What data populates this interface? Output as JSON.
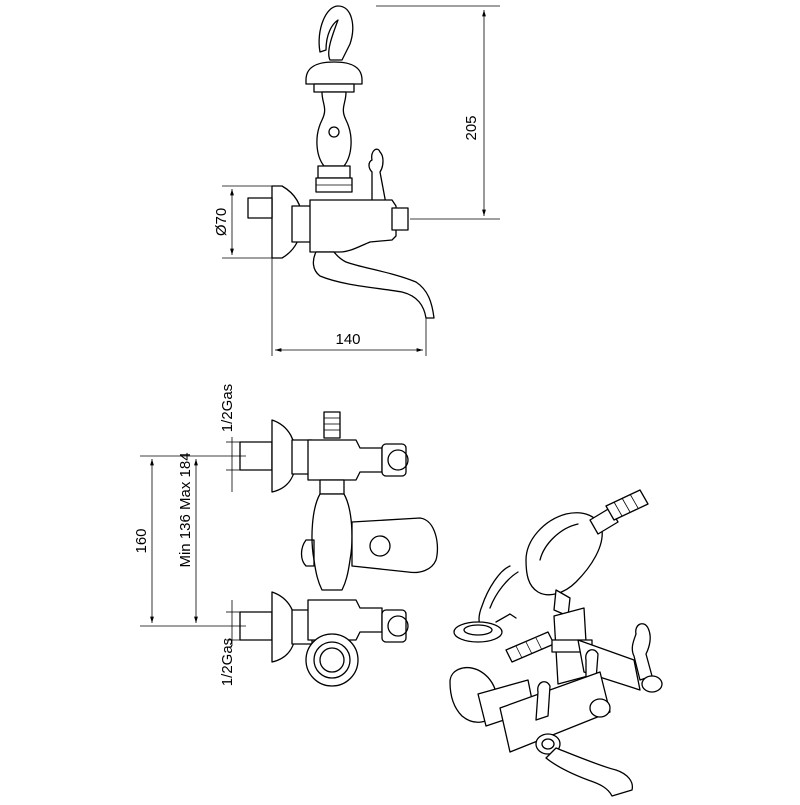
{
  "dimensions": {
    "height_total": "205",
    "diameter_flange": "Ø70",
    "spout_length": "140",
    "inlet_spacing": "160",
    "spacing_range": "Min 136  Max 184",
    "inlet_thread_top": "1/2Gas",
    "inlet_thread_bottom": "1/2Gas"
  }
}
